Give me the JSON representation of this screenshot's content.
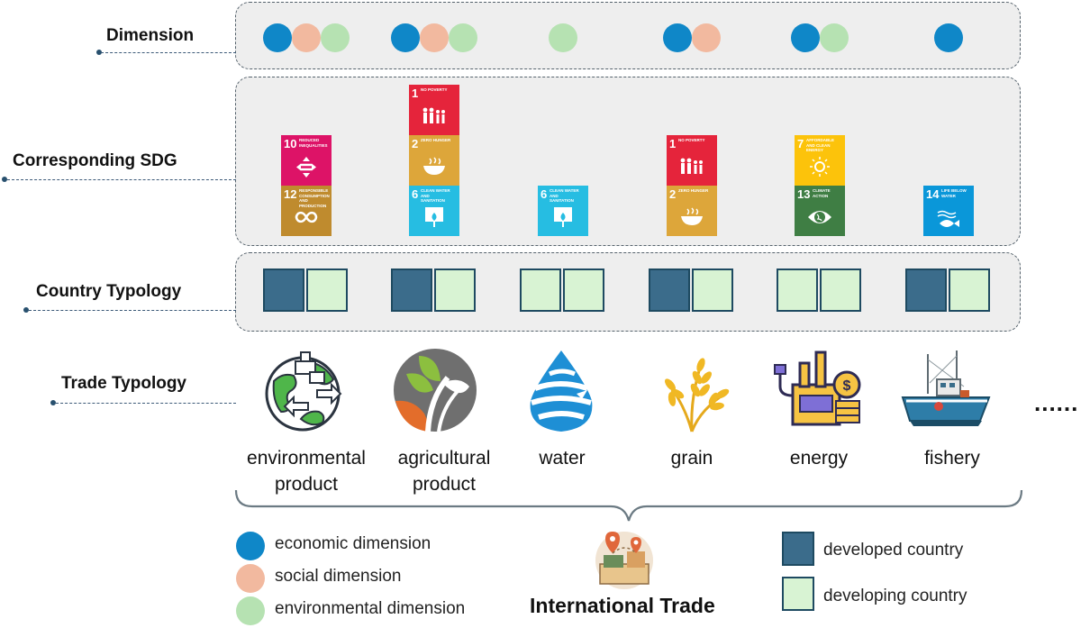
{
  "rows": {
    "dimension": "Dimension",
    "sdg": "Corresponding SDG",
    "country": "Country Typology",
    "trade": "Trade Typology"
  },
  "sdg_goals": {
    "g1": {
      "num": "1",
      "text": "NO POVERTY",
      "color": "#e5243b",
      "icon": "family-icon"
    },
    "g2": {
      "num": "2",
      "text": "ZERO HUNGER",
      "color": "#dda63a",
      "icon": "bowl-icon"
    },
    "g6": {
      "num": "6",
      "text": "CLEAN WATER AND SANITATION",
      "color": "#26bde2",
      "icon": "water-drop-icon"
    },
    "g7": {
      "num": "7",
      "text": "AFFORDABLE AND CLEAN ENERGY",
      "color": "#fcc30b",
      "icon": "sun-icon"
    },
    "g10": {
      "num": "10",
      "text": "REDUCED INEQUALITIES",
      "color": "#dd1367",
      "icon": "equality-icon"
    },
    "g12": {
      "num": "12",
      "text": "RESPONSIBLE CONSUMPTION AND PRODUCTION",
      "color": "#bf8b2e",
      "icon": "infinity-icon"
    },
    "g13": {
      "num": "13",
      "text": "CLIMATE ACTION",
      "color": "#3f7e44",
      "icon": "earth-eye-icon"
    },
    "g14": {
      "num": "14",
      "text": "LIFE BELOW WATER",
      "color": "#0a97d9",
      "icon": "fish-icon"
    }
  },
  "trades": [
    {
      "label1": "environmental",
      "label2": "product",
      "icon": "globe-trade-icon",
      "dimensions": [
        "economic",
        "social",
        "environmental"
      ],
      "sdgs": [
        "g10",
        "g12"
      ],
      "country": [
        "developed",
        "developing"
      ]
    },
    {
      "label1": "agricultural",
      "label2": "product",
      "icon": "plant-leaf-icon",
      "dimensions": [
        "economic",
        "social",
        "environmental"
      ],
      "sdgs": [
        "g1",
        "g2",
        "g6"
      ],
      "country": [
        "developed",
        "developing"
      ]
    },
    {
      "label1": "water",
      "label2": "",
      "icon": "water-swirl-icon",
      "dimensions": [
        "environmental"
      ],
      "sdgs": [
        "g6"
      ],
      "country": [
        "developing",
        "developing"
      ]
    },
    {
      "label1": "grain",
      "label2": "",
      "icon": "wheat-icon",
      "dimensions": [
        "economic",
        "social"
      ],
      "sdgs": [
        "g1",
        "g2"
      ],
      "country": [
        "developed",
        "developing"
      ]
    },
    {
      "label1": "energy",
      "label2": "",
      "icon": "factory-coin-icon",
      "dimensions": [
        "economic",
        "environmental"
      ],
      "sdgs": [
        "g7",
        "g13"
      ],
      "country": [
        "developing",
        "developing"
      ]
    },
    {
      "label1": "fishery",
      "label2": "",
      "icon": "fishing-boat-icon",
      "dimensions": [
        "economic"
      ],
      "sdgs": [
        "g14"
      ],
      "country": [
        "developed",
        "developing"
      ]
    }
  ],
  "more": "......",
  "center_title": "International Trade",
  "legend": {
    "economic": "economic dimension",
    "social": "social dimension",
    "environmental": "environmental dimension",
    "developed": "developed country",
    "developing": "developing country"
  },
  "colors": {
    "economic": "#0f87c8",
    "social": "#f2b99f",
    "environmental": "#b6e2b2",
    "developed": "#3b6c8b",
    "developing": "#d8f3d3",
    "border": "#1e4a61"
  }
}
